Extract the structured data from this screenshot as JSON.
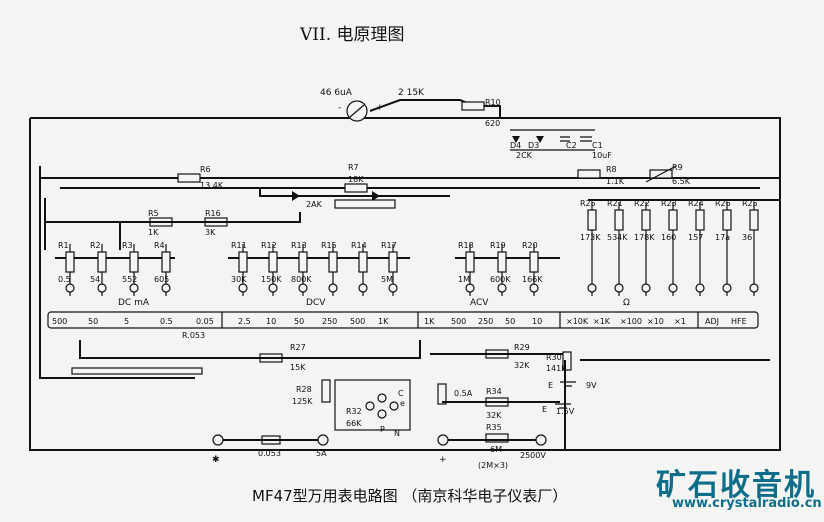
{
  "title": "VII. 电原理图",
  "caption": "MF47型万用表电路图 （南京科华电子仪表厂）",
  "watermark": {
    "name": "矿石收音机",
    "url": "www.crystalradio.cn",
    "color": "#0e6e8a"
  },
  "meter": {
    "label": "46 6uA",
    "minus": "-",
    "plus": "+",
    "series": "2 15K"
  },
  "top_components": {
    "r10": "R10",
    "r10_val": "620",
    "d4": "D4",
    "d3": "D3",
    "c2": "C2",
    "c1": "C1",
    "d4_type": "2CK",
    "c1_val": "10uF",
    "r6": "R6",
    "r6_val": "13.4K",
    "r7": "R7",
    "r7_val": "18K",
    "r8": "R8",
    "r8_val": "1.1K",
    "r9": "R9",
    "r9_val": "6.5K",
    "d_label": "2AK",
    "r5": "R5",
    "r5_val": "1K",
    "r16": "R16",
    "r16_val": "3K"
  },
  "resistors_dc_ma": [
    {
      "name": "R1",
      "val": "0.5"
    },
    {
      "name": "R2",
      "val": "54"
    },
    {
      "name": "R3",
      "val": "552"
    },
    {
      "name": "R4",
      "val": "605"
    }
  ],
  "resistors_dcv": [
    {
      "name": "R11",
      "val": "30K"
    },
    {
      "name": "R12",
      "val": "150K"
    },
    {
      "name": "R13",
      "val": "800K"
    },
    {
      "name": "R15",
      "val": ""
    },
    {
      "name": "R14",
      "val": ""
    },
    {
      "name": "R17",
      "val": "5M"
    }
  ],
  "resistors_acv": [
    {
      "name": "R18",
      "val": "1M"
    },
    {
      "name": "R19",
      "val": "600K"
    },
    {
      "name": "R20",
      "val": "166K"
    }
  ],
  "resistors_ohm": [
    {
      "name": "R25",
      "val": "173K"
    },
    {
      "name": "R21",
      "val": "534K"
    },
    {
      "name": "R22",
      "val": "178K"
    },
    {
      "name": "R23",
      "val": "160"
    },
    {
      "name": "R24",
      "val": "157"
    },
    {
      "name": "R26",
      "val": "17a"
    },
    {
      "name": "R25",
      "val": "36"
    }
  ],
  "sections": {
    "dc_ma": "DC mA",
    "dcv": "DCV",
    "acv": "ACV",
    "ohm": "Ω"
  },
  "ranges_dc_ma": [
    "500",
    "50",
    "5",
    "0.5",
    "0.05"
  ],
  "ranges_dcv": [
    "2.5",
    "10",
    "50",
    "250",
    "500",
    "1K"
  ],
  "ranges_acv": [
    "1K",
    "500",
    "250",
    "50",
    "10"
  ],
  "ranges_ohm": [
    "×10K",
    "×1K",
    "×100",
    "×10",
    "×1"
  ],
  "ranges_hfe": [
    "ADJ",
    "HFE"
  ],
  "range_extra": "R.053",
  "bottom": {
    "r27": "R27",
    "r27_val": "15K",
    "r28": "R28",
    "r28_val": "125K",
    "r32": "R32",
    "r32_val": "66K",
    "r29": "R29",
    "r29_val": "32K",
    "r30": "R30",
    "r30_val": "141K",
    "e1": "E",
    "e1_val": "9V",
    "e2": "E",
    "e2_val": "1.5V",
    "fuse": "0.5A",
    "r34": "R34",
    "r34_val": "32K",
    "r35": "R35",
    "r35_val": "6M",
    "term_com": "✱",
    "term_5a": "5A",
    "term_plus": "+",
    "term_2500": "2500V",
    "note_0053": "0.053",
    "note_2m": "(2M×3)",
    "note_p": "P",
    "note_n": "N",
    "note_c": "C",
    "note_e": "e"
  }
}
